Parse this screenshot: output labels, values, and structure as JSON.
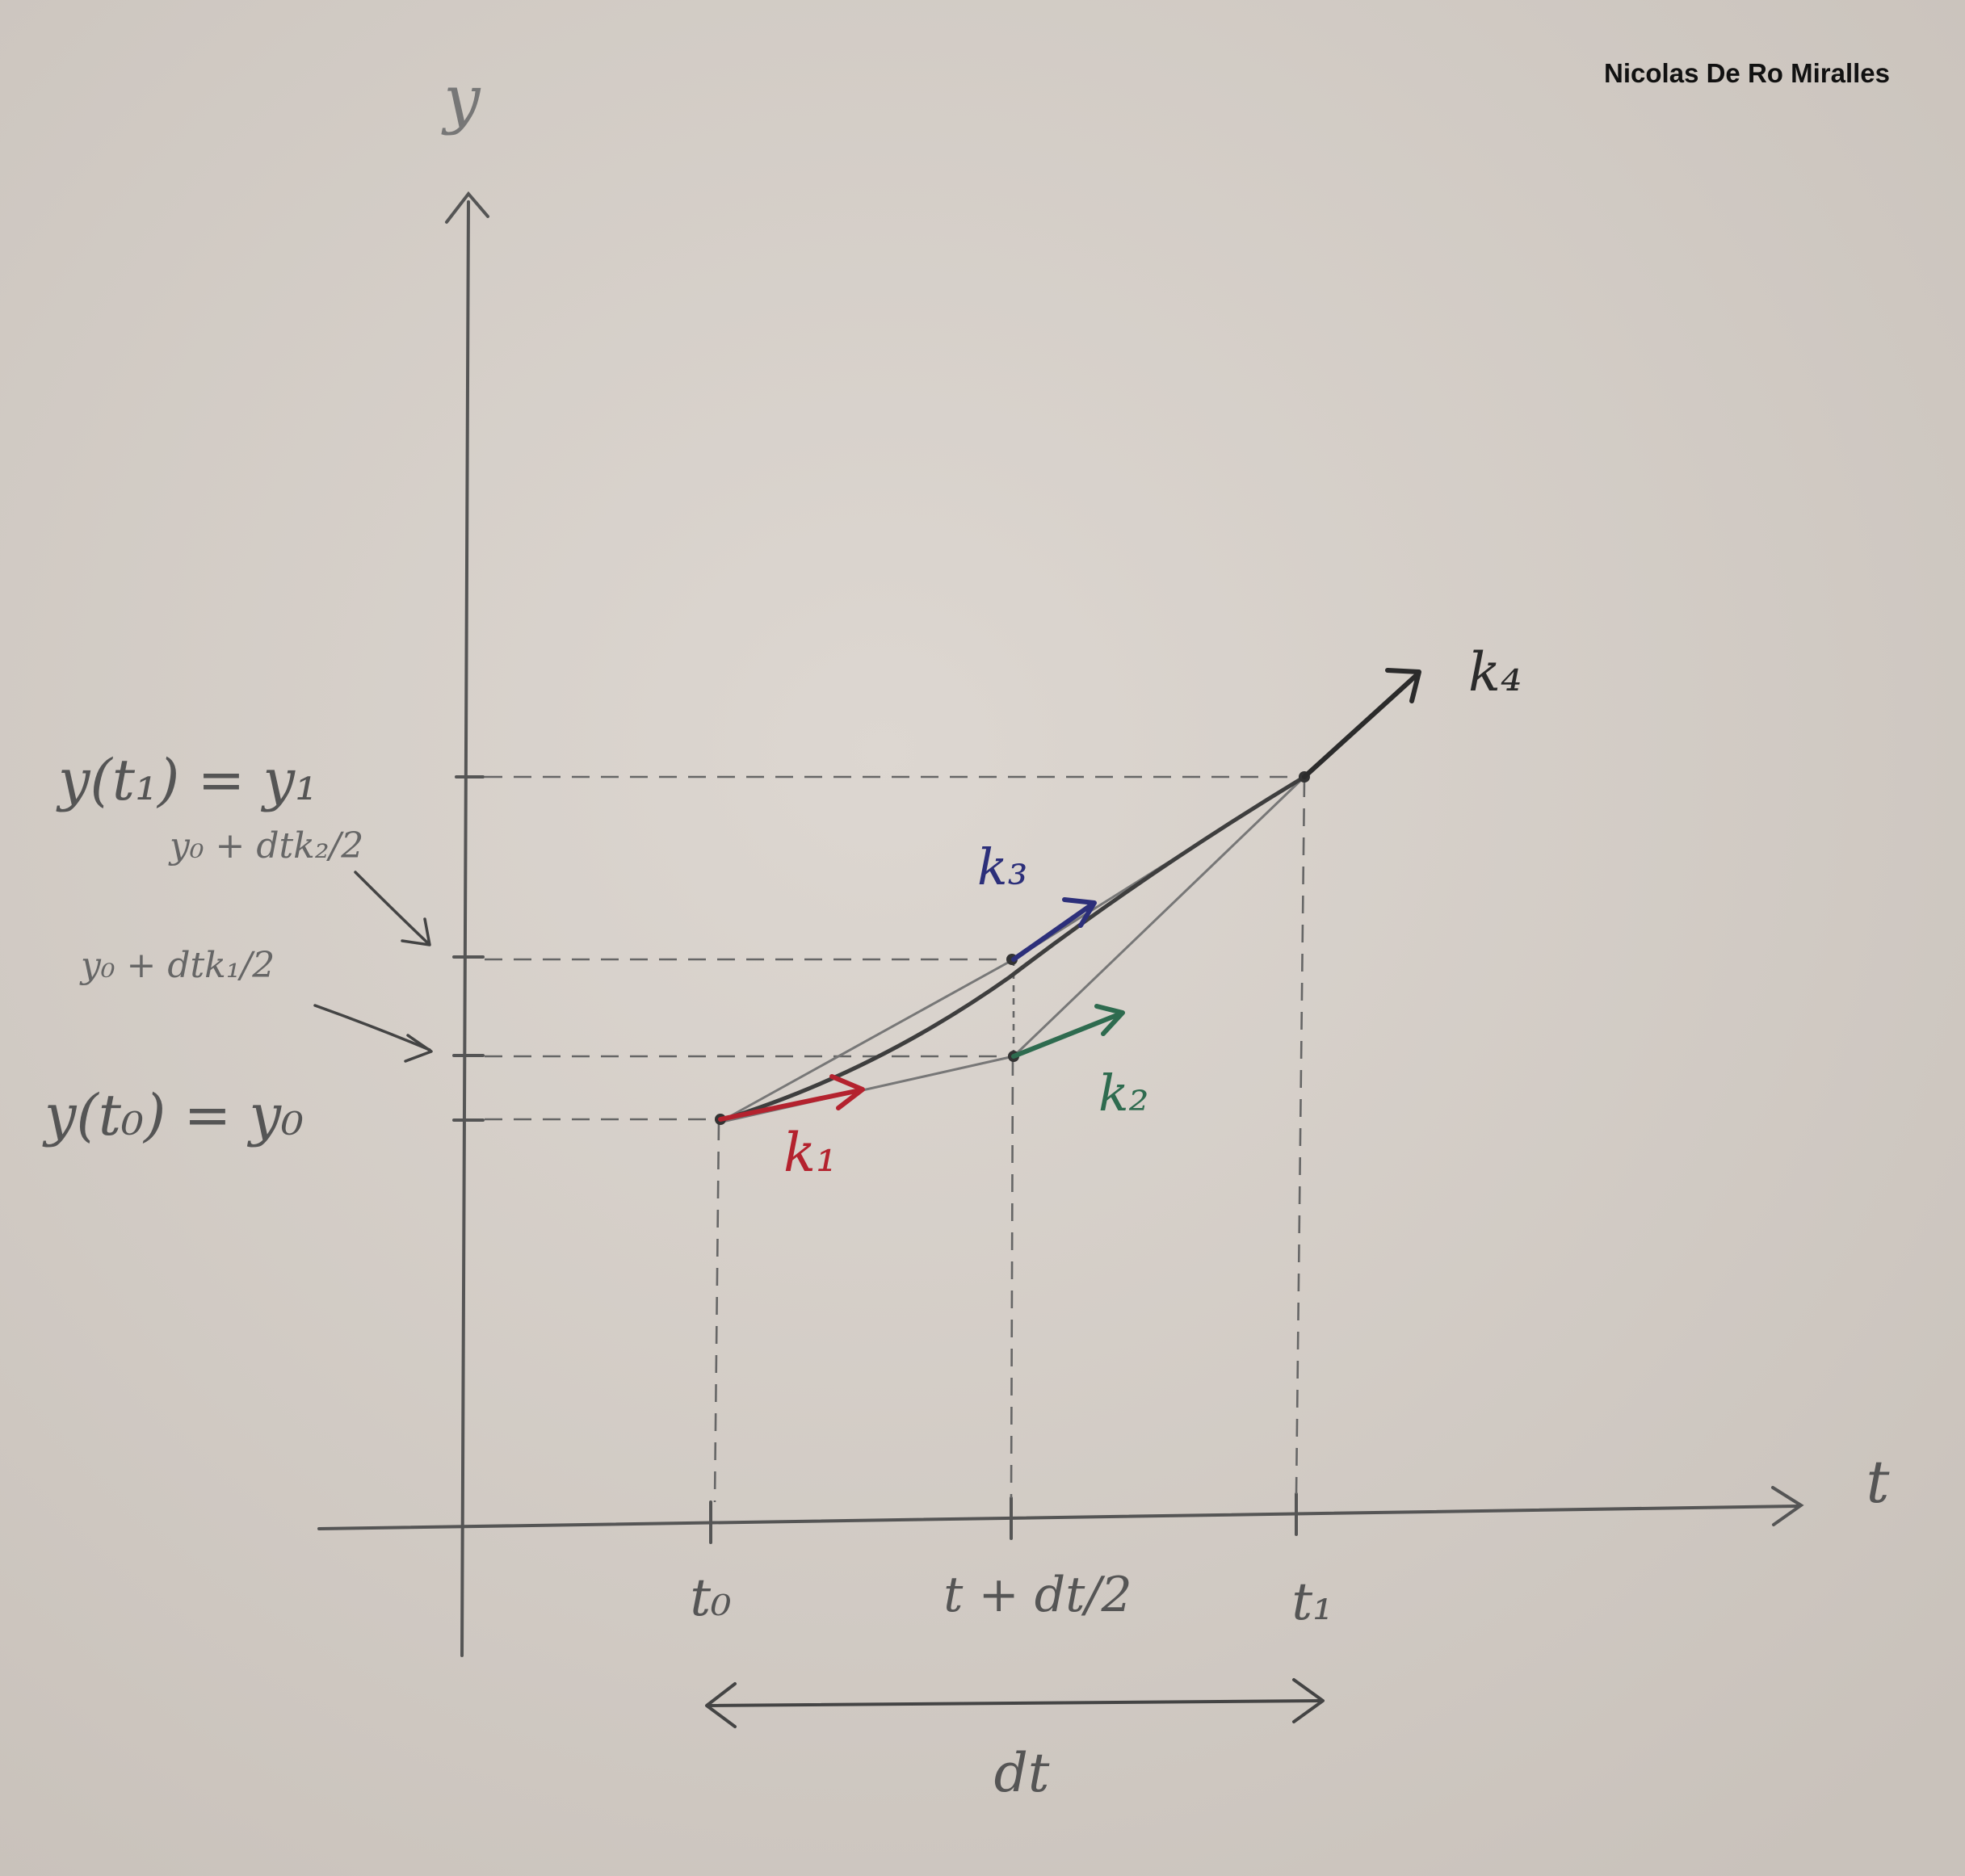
{
  "author": "Nicolas De Ro Miralles",
  "axes": {
    "y_label": "y",
    "t_label": "t"
  },
  "x_ticks": {
    "t0": "t₀",
    "mid": "t + dt/2",
    "t1": "t₁"
  },
  "y_ticks": {
    "y1": "y(t₁) = y₁",
    "mid_k2": "y₀ + dtk₂/2",
    "mid_k1": "y₀ + dtk₁/2",
    "y0": "y(t₀) = y₀"
  },
  "span_label": "dt",
  "slopes": [
    {
      "label": "k₁",
      "color": "#b4222e"
    },
    {
      "label": "k₂",
      "color": "#2e6b4f"
    },
    {
      "label": "k₃",
      "color": "#2c2f7a"
    },
    {
      "label": "k₄",
      "color": "#2b2b2b"
    }
  ],
  "colors": {
    "paper": "#d9d3cd",
    "pencil": "#555555",
    "ink": "#2b2b2b"
  }
}
